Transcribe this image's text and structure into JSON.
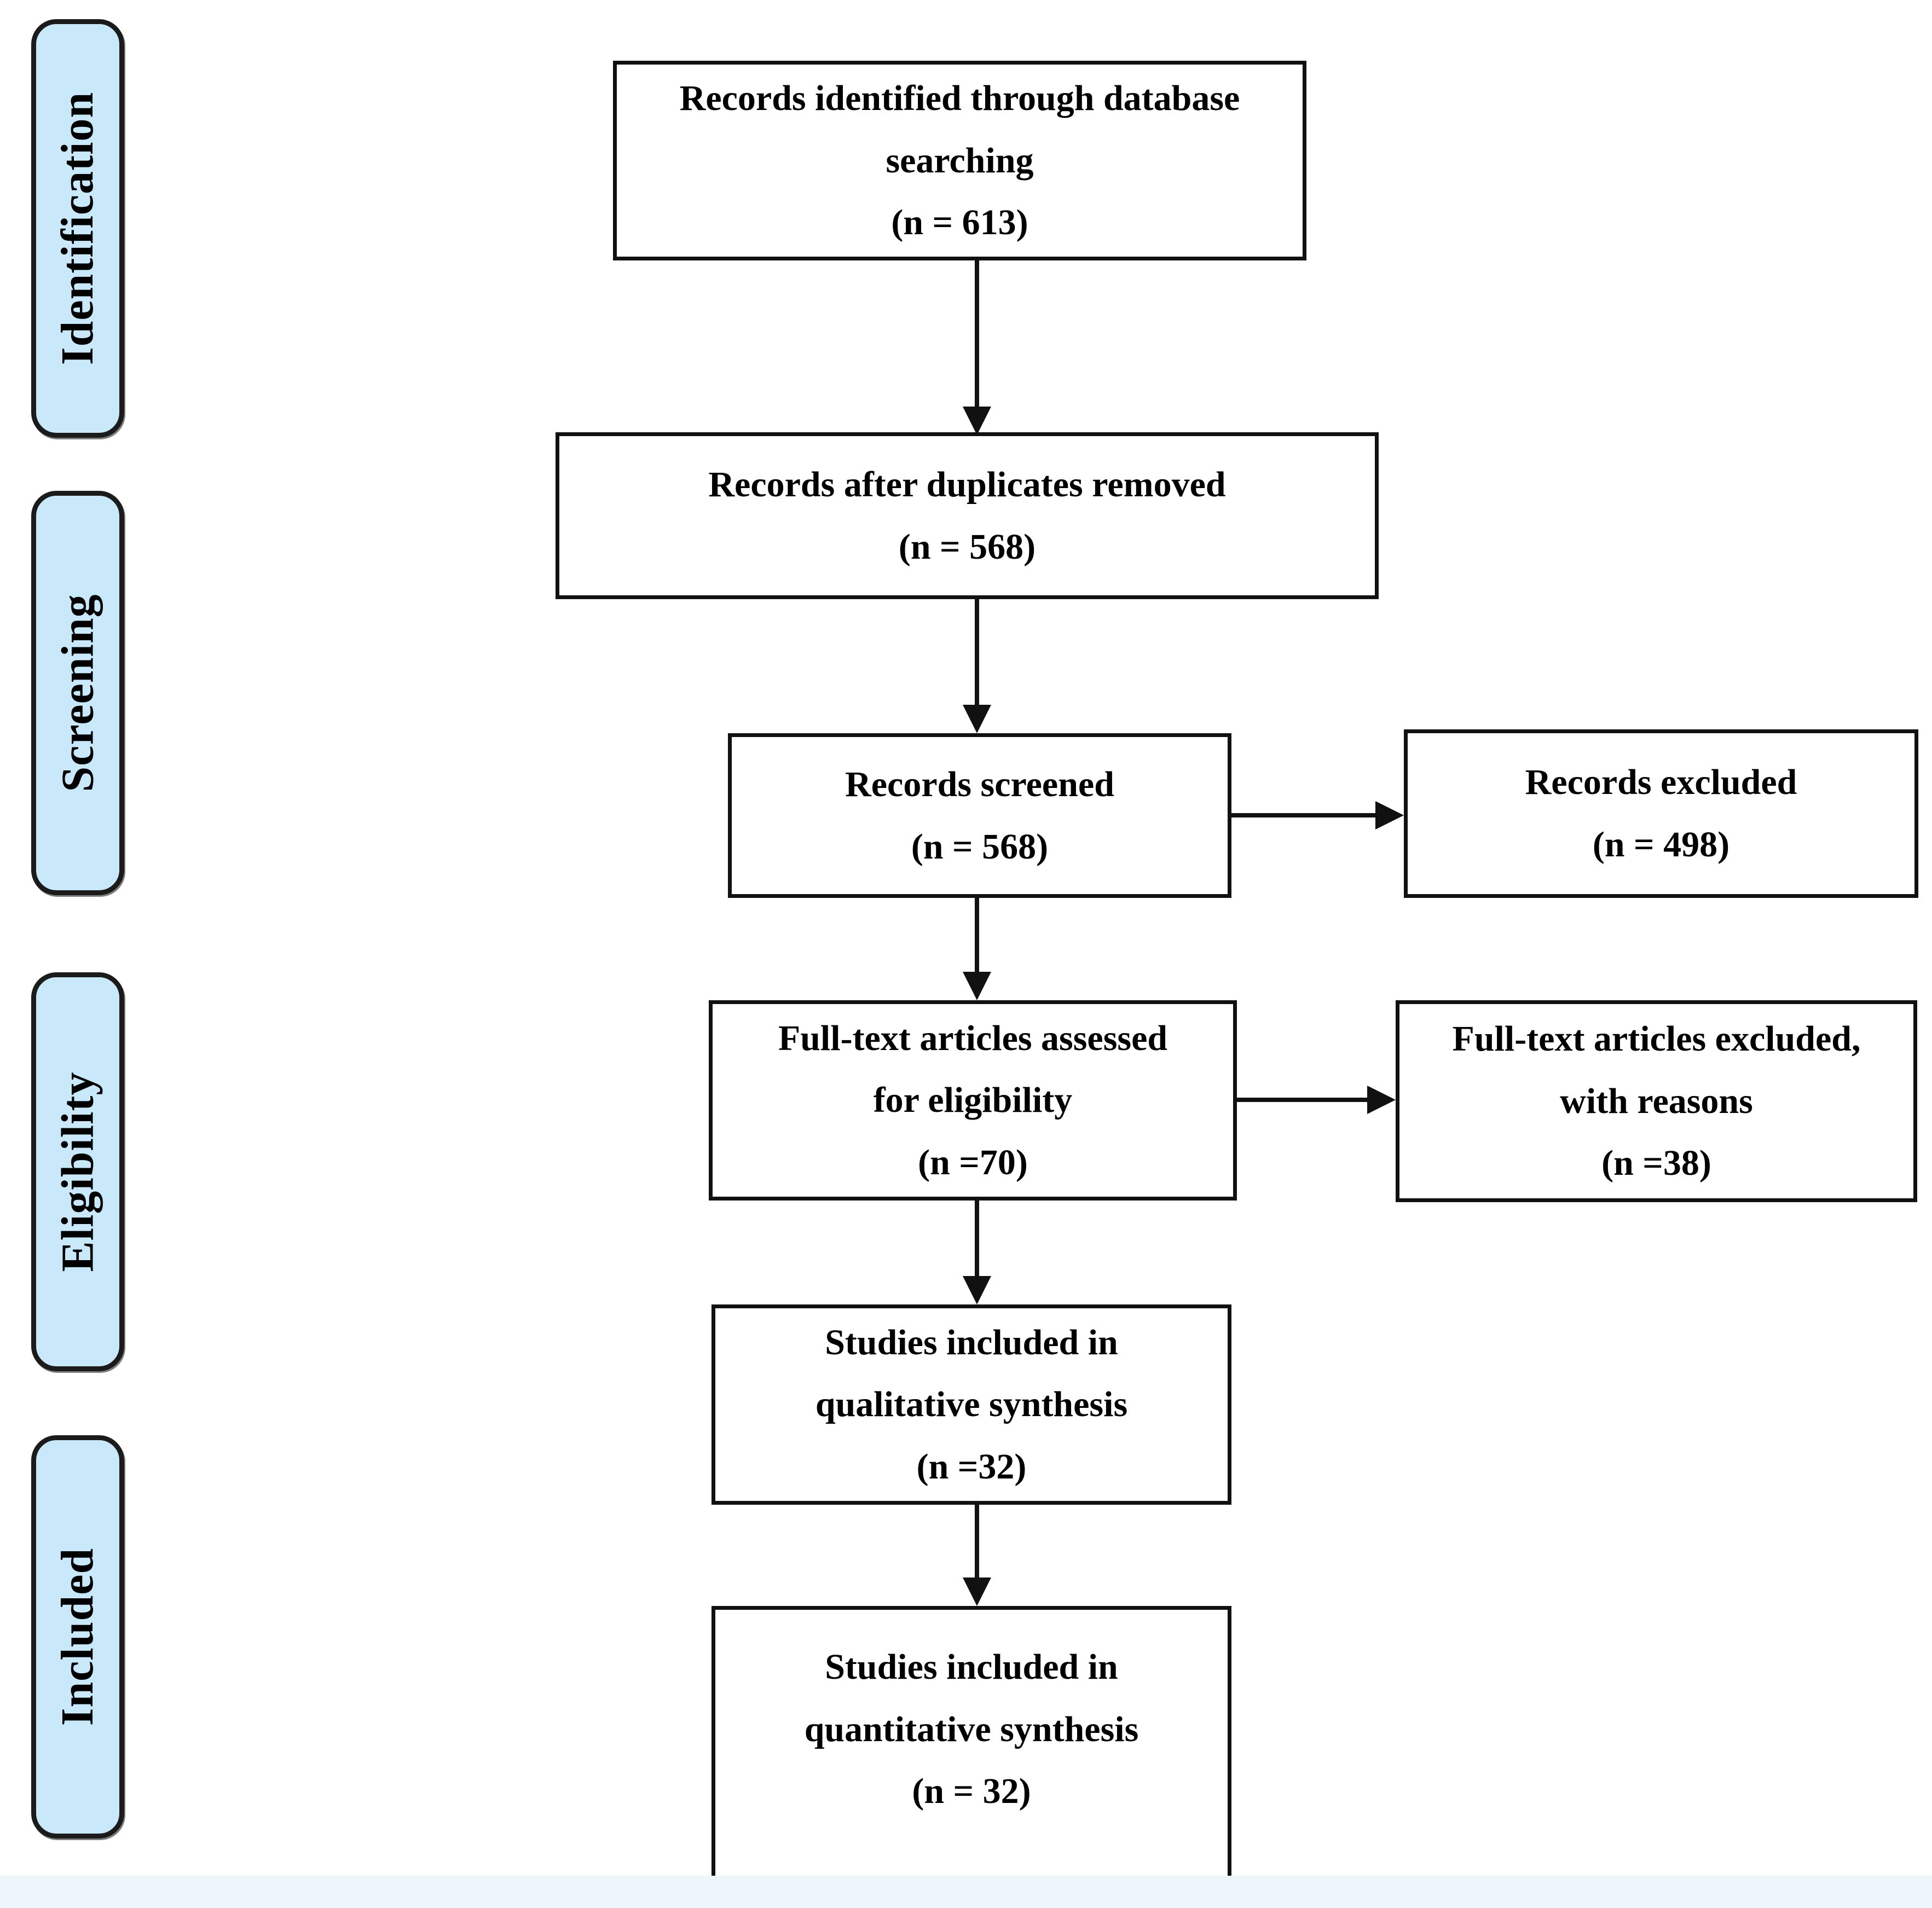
{
  "colors": {
    "stage_fill": "#c9e9fb",
    "box_fill": "#ffffff",
    "stroke": "#111111",
    "text": "#000000",
    "footer_strip": "#edf7fb",
    "background": "#ffffff"
  },
  "sidebar": {
    "stages": [
      {
        "id": "identification",
        "label": "Identification"
      },
      {
        "id": "screening",
        "label": "Screening"
      },
      {
        "id": "eligibility",
        "label": "Eligibility"
      },
      {
        "id": "included",
        "label": "Included"
      }
    ]
  },
  "flow": {
    "identified": {
      "text": "Records identified through database\nsearching\n(n = 613)"
    },
    "deduplicated": {
      "text": "Records after duplicates removed\n(n = 568)"
    },
    "screened": {
      "text": "Records screened\n(n = 568)"
    },
    "records_excluded": {
      "text": "Records excluded\n(n = 498)"
    },
    "fulltext_assessed": {
      "text": "Full-text articles assessed\nfor eligibility\n(n =70)"
    },
    "fulltext_excluded": {
      "text": "Full-text articles excluded,\nwith reasons\n(n =38)"
    },
    "qualitative_included": {
      "text": "Studies included in\nqualitative synthesis\n(n =32)"
    },
    "quantitative_included": {
      "text": "Studies included in\nquantitative synthesis\n(n = 32)"
    }
  }
}
